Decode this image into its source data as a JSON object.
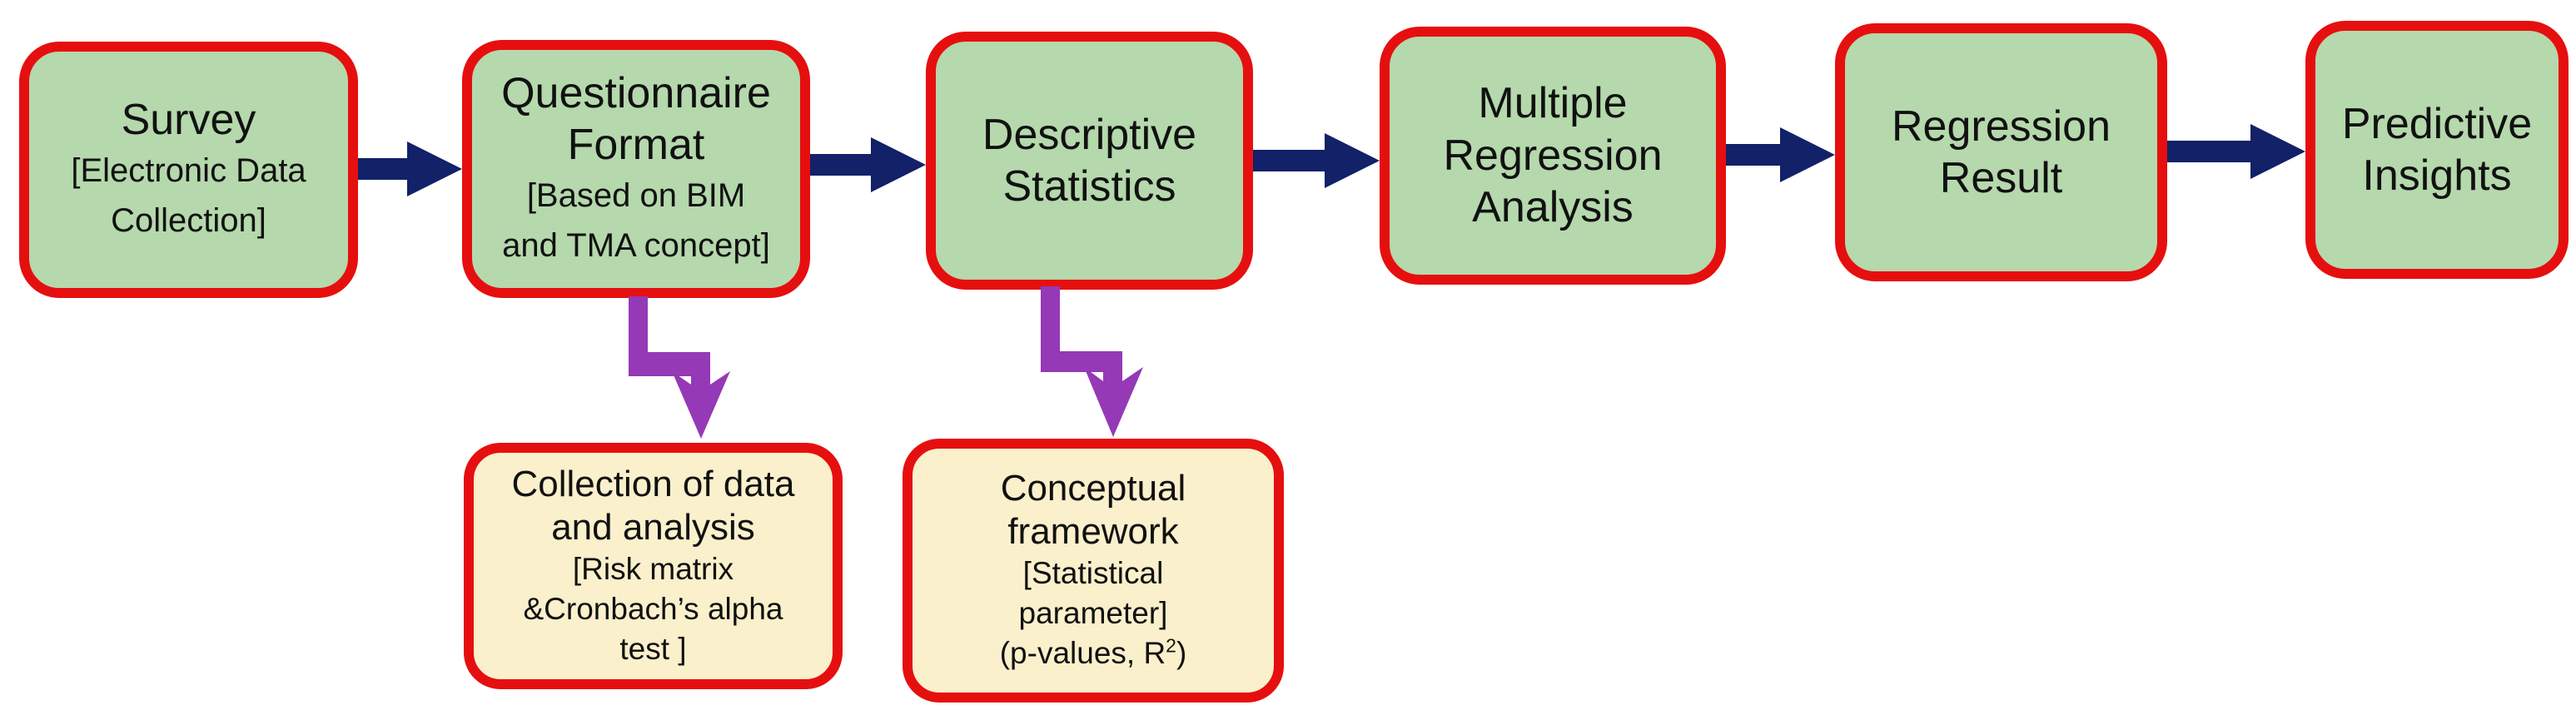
{
  "diagram": {
    "type": "flowchart",
    "colors": {
      "green_fill": "#b5d8ac",
      "cream_fill": "#faf0cc",
      "node_border": "#e60f0f",
      "arrow_navy": "#122168",
      "arrow_purple": "#9539b6",
      "text_color": "#111111",
      "canvas_bg": "#ffffff"
    },
    "main_flow": [
      {
        "id": "survey",
        "title": "Survey",
        "detail_lines": [
          "[Electronic Data",
          "Collection]"
        ]
      },
      {
        "id": "questionnaire-format",
        "title": "Questionnaire Format",
        "detail_lines": [
          "[Based on BIM",
          "and TMA concept]"
        ]
      },
      {
        "id": "descriptive-statistics",
        "title": "Descriptive Statistics",
        "detail_lines": []
      },
      {
        "id": "multiple-regression-analysis",
        "title": "Multiple Regression Analysis",
        "detail_lines": []
      },
      {
        "id": "regression-result",
        "title": "Regression Result",
        "detail_lines": []
      },
      {
        "id": "predictive-insights",
        "title": "Predictive Insights",
        "detail_lines": []
      }
    ],
    "sub_nodes": [
      {
        "id": "collection-of-data",
        "title": "Collection of data and analysis",
        "detail_lines": [
          "[Risk matrix",
          "&Cronbach’s alpha",
          "test ]"
        ]
      },
      {
        "id": "conceptual-framework",
        "title": "Conceptual framework",
        "detail_lines": [
          "[Statistical",
          "parameter]"
        ],
        "note_prefix": "(p-values, R",
        "note_sup": "2",
        "note_suffix": ")"
      }
    ],
    "edges": [
      {
        "from": "survey",
        "to": "questionnaire-format",
        "style": "navy-block-arrow"
      },
      {
        "from": "questionnaire-format",
        "to": "descriptive-statistics",
        "style": "navy-block-arrow"
      },
      {
        "from": "descriptive-statistics",
        "to": "multiple-regression-analysis",
        "style": "navy-block-arrow"
      },
      {
        "from": "multiple-regression-analysis",
        "to": "regression-result",
        "style": "navy-block-arrow"
      },
      {
        "from": "regression-result",
        "to": "predictive-insights",
        "style": "navy-block-arrow"
      },
      {
        "from": "questionnaire-format",
        "to": "collection-of-data",
        "style": "purple-elbow-arrow"
      },
      {
        "from": "descriptive-statistics",
        "to": "conceptual-framework",
        "style": "purple-elbow-arrow"
      }
    ]
  }
}
